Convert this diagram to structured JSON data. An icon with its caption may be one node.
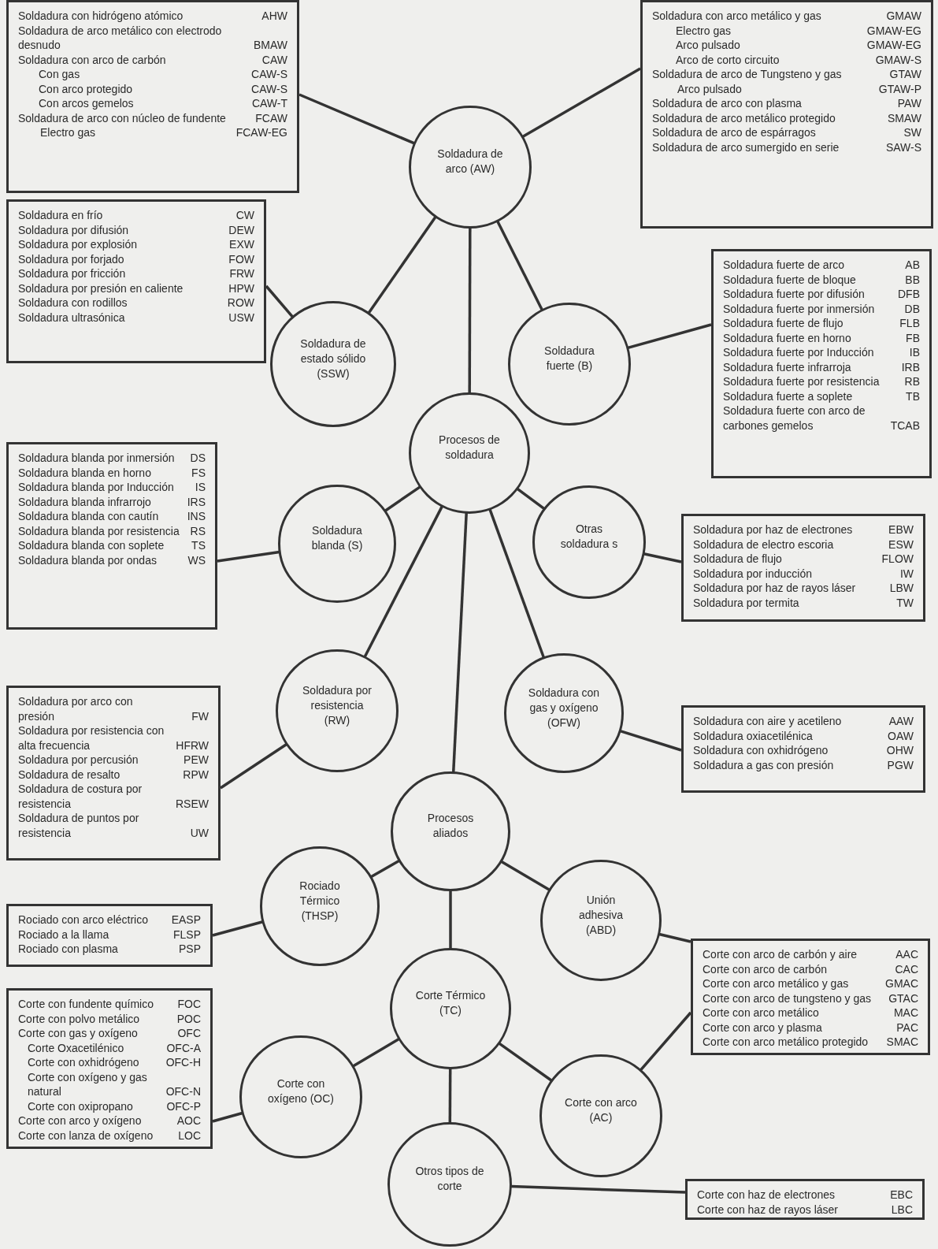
{
  "diagram": {
    "nodes": [
      {
        "text": [
          "Soldadura con hidrógeno atómico",
          "AHW",
          "Soldadura de arco metálico con electrodo desnudo",
          "BMAW",
          "Soldadura con arco de carbón",
          "CAW",
          "Con gas",
          "CAW-S",
          "Con arco protegido",
          "CAW-S",
          "Con arcos gemelos",
          "CAW-T",
          "Soldadura de arco con núcleo de fundente",
          "FCAW",
          "Electro gas",
          "FCAW-EG"
        ]
      },
      {
        "text": [
          "Soldadura con arco metálico y gas",
          "GMAW",
          "Electro gas",
          "GMAW-EG",
          "Arco pulsado",
          "GMAW-EG",
          "Arco de corto circuito",
          "GMAW-S",
          "Soldadura de arco de Tungsteno y gas",
          "GTAW",
          "Arco pulsado",
          "GTAW-P",
          "Soldadura de arco con plasma",
          "PAW",
          "Soldadura de arco metálico protegido",
          "SMAW",
          "Soldadura de arco de espárragos",
          "SW",
          "Soldadura de arco sumergido en serie",
          "SAW-S"
        ]
      },
      {
        "text": [
          "Soldadura de arco (AW)"
        ]
      },
      {
        "text": [
          "Soldadura en frío",
          "CW",
          "Soldadura por difusión",
          "DEW",
          "Soldadura por explosión",
          "EXW",
          "Soldadura por forjado",
          "FOW",
          "Soldadura por fricción",
          "FRW",
          "Soldadura por presión en caliente",
          "HPW",
          "Soldadura con rodillos",
          "ROW",
          "Soldadura ultrasónica",
          "USW"
        ]
      },
      {
        "text": [
          "Soldadura fuerte de arco",
          "AB",
          "Soldadura fuerte de bloque",
          "BB",
          "Soldadura fuerte por difusión",
          "DFB",
          "Soldadura fuerte por inmersión",
          "DB",
          "Soldadura fuerte de flujo",
          "FLB",
          "Soldadura fuerte en horno",
          "FB",
          "Soldadura fuerte por Inducción",
          "IB",
          "Soldadura fuerte infrarroja",
          "IRB",
          "Soldadura fuerte por resistencia",
          "RB",
          "Soldadura fuerte a soplete",
          "TB",
          "Soldadura fuerte con arco de carbones gemelos",
          "TCAB"
        ]
      },
      {
        "text": [
          "Soldadura de estado sólido (SSW)"
        ]
      },
      {
        "text": [
          "Soldadura fuerte (B)"
        ]
      },
      {
        "text": [
          "Procesos de soldadura"
        ]
      },
      {
        "text": [
          "Soldadura blanda por inmersión",
          "DS",
          "Soldadura blanda en horno",
          "FS",
          "Soldadura blanda por Inducción",
          "IS",
          "Soldadura blanda infrarrojo",
          "IRS",
          "Soldadura blanda con cautín",
          "INS",
          "Soldadura blanda por resistencia",
          "RS",
          "Soldadura blanda con soplete",
          "TS",
          "Soldadura blanda por ondas",
          "WS"
        ]
      },
      {
        "text": [
          "Soldadura blanda (S)"
        ]
      },
      {
        "text": [
          "Otras soldadura s"
        ]
      },
      {
        "text": [
          "Soldadura por haz de electrones",
          "EBW",
          "Soldadura de electro escoria",
          "ESW",
          "Soldadura de flujo",
          "FLOW",
          "Soldadura por inducción",
          "IW",
          "Soldadura por haz de rayos láser",
          "LBW",
          "Soldadura por termita",
          "TW"
        ]
      },
      {
        "text": [
          "Soldadura por arco con presión",
          "FW",
          "Soldadura por resistencia con alta frecuencia",
          "HFRW",
          "Soldadura por percusión",
          "PEW",
          "Soldadura de resalto",
          "RPW",
          "Soldadura de costura por resistencia",
          "RSEW",
          "Soldadura de puntos por resistencia",
          "UW"
        ]
      },
      {
        "text": [
          "Soldadura por resistencia (RW)"
        ]
      },
      {
        "text": [
          "Soldadura con gas y oxígeno (OFW)"
        ]
      },
      {
        "text": [
          "Soldadura con aire y acetileno",
          "AAW",
          "Soldadura oxiacetilénica",
          "OAW",
          "Soldadura con oxhidrógeno",
          "OHW",
          "Soldadura a gas con presión",
          "PGW"
        ]
      },
      {
        "text": [
          "Procesos aliados"
        ]
      },
      {
        "text": [
          "Rociado Térmico (THSP)"
        ]
      },
      {
        "text": [
          "Unión adhesiva (ABD)"
        ]
      },
      {
        "text": [
          "Rociado con arco eléctrico",
          "EASP",
          "Rociado a la llama",
          "FLSP",
          "Rociado con plasma",
          "PSP"
        ]
      },
      {
        "text": [
          "Corte con arco de carbón y aire",
          "AAC",
          "Corte con arco de carbón",
          "CAC",
          "Corte con arco metálico y gas",
          "GMAC",
          "Corte con arco de tungsteno y gas",
          "GTAC",
          "Corte con arco metálico",
          "MAC",
          "Corte con arco y plasma",
          "PAC",
          "Corte con arco metálico protegido",
          "SMAC"
        ]
      },
      {
        "text": [
          "Corte Térmico (TC)"
        ]
      },
      {
        "text": [
          "Corte con fundente químico",
          "FOC",
          "Corte con polvo metálico",
          "POC",
          "Corte con gas y oxígeno",
          "OFC",
          "Corte Oxacetilénico",
          "OFC-A",
          "Corte con oxhidrógeno",
          "OFC-H",
          "Corte con oxígeno y gas natural",
          "OFC-N",
          "Corte con oxipropano",
          "OFC-P",
          "Corte con arco y oxígeno",
          "AOC",
          "Corte con lanza de oxígeno",
          "LOC"
        ]
      },
      {
        "text": [
          "Corte con oxígeno (OC)"
        ]
      },
      {
        "text": [
          "Corte con arco (AC)"
        ]
      },
      {
        "text": [
          "Otros tipos de corte"
        ]
      },
      {
        "text": [
          "Corte con haz de electrones",
          "EBC",
          "Corte con haz de rayos láser",
          "LBC"
        ]
      }
    ],
    "edges": [
      {
        "from": 2,
        "to": 0,
        "arrow": "none"
      },
      {
        "from": 2,
        "to": 1,
        "arrow": "none"
      },
      {
        "from": 2,
        "to": 5,
        "arrow": "none"
      },
      {
        "from": 2,
        "to": 6,
        "arrow": "none"
      },
      {
        "from": 2,
        "to": 7,
        "arrow": "none"
      },
      {
        "from": 5,
        "to": 3,
        "arrow": "none"
      },
      {
        "from": 6,
        "to": 4,
        "arrow": "none"
      },
      {
        "from": 7,
        "to": 9,
        "arrow": "none"
      },
      {
        "from": 7,
        "to": 10,
        "arrow": "none"
      },
      {
        "from": 7,
        "to": 13,
        "arrow": "none"
      },
      {
        "from": 7,
        "to": 14,
        "arrow": "none"
      },
      {
        "from": 7,
        "to": 16,
        "arrow": "none"
      },
      {
        "from": 9,
        "to": 8,
        "arrow": "none"
      },
      {
        "from": 10,
        "to": 11,
        "arrow": "none"
      },
      {
        "from": 13,
        "to": 12,
        "arrow": "none"
      },
      {
        "from": 14,
        "to": 15,
        "arrow": "none"
      },
      {
        "from": 16,
        "to": 17,
        "arrow": "none"
      },
      {
        "from": 16,
        "to": 18,
        "arrow": "none"
      },
      {
        "from": 16,
        "to": 21,
        "arrow": "none"
      },
      {
        "from": 17,
        "to": 19,
        "arrow": "none"
      },
      {
        "from": 18,
        "to": 20,
        "arrow": "none"
      },
      {
        "from": 21,
        "to": 23,
        "arrow": "none"
      },
      {
        "from": 21,
        "to": 24,
        "arrow": "none"
      },
      {
        "from": 21,
        "to": 25,
        "arrow": "none"
      },
      {
        "from": 23,
        "to": 22,
        "arrow": "none"
      },
      {
        "from": 24,
        "to": 20,
        "arrow": "none"
      },
      {
        "from": 25,
        "to": 26,
        "arrow": "none"
      }
    ]
  }
}
